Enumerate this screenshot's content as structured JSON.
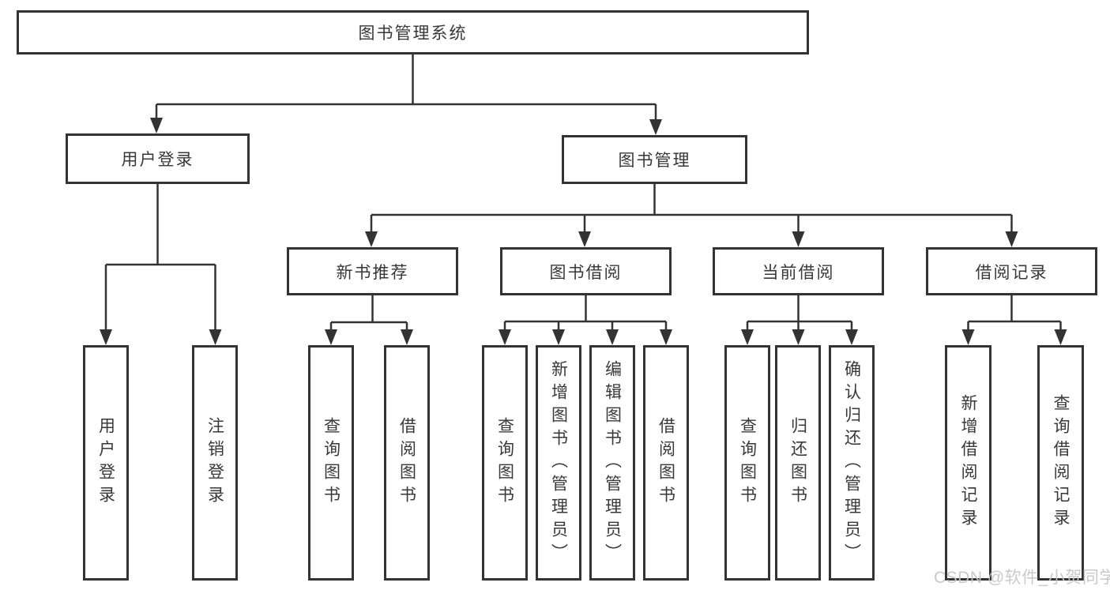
{
  "diagram": {
    "root_label": "图书管理系统",
    "branches": {
      "user_login": {
        "label": "用户登录",
        "children": [
          "用户登录",
          "注销登录"
        ]
      },
      "book_mgmt": {
        "label": "图书管理",
        "modules": [
          {
            "label": "新书推荐",
            "children": [
              "查询图书",
              "借阅图书"
            ]
          },
          {
            "label": "图书借阅",
            "children": [
              "查询图书",
              "新增图书（管理员）",
              "编辑图书（管理员）",
              "借阅图书"
            ]
          },
          {
            "label": "当前借阅",
            "children": [
              "查询图书",
              "归还图书",
              "确认归还（管理员）"
            ]
          },
          {
            "label": "借阅记录",
            "children": [
              "新增借阅记录",
              "查询借阅记录"
            ]
          }
        ]
      }
    },
    "watermark": "CSDN @软件_小贺同学",
    "colors": {
      "line": "#333333",
      "text": "#383838",
      "watermark": "#c6c6c6"
    }
  }
}
